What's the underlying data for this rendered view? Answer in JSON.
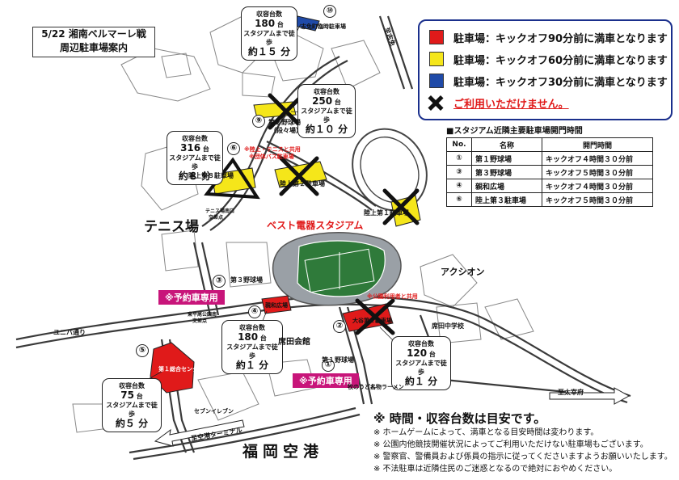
{
  "title": {
    "line1": "5/22 湘南ベルマーレ戦",
    "line2": "周辺駐車場案内"
  },
  "legend": {
    "items": [
      {
        "color": "#e01a1a",
        "label": "駐車場：キックオフ90分前に満車となります"
      },
      {
        "color": "#f5e61a",
        "label": "駐車場：キックオフ60分前に満車となります"
      },
      {
        "color": "#1f4aa8",
        "label": "駐車場：キックオフ30分前に満車となります"
      }
    ],
    "unavailable": "ご利用いただけません。"
  },
  "gate_table": {
    "heading": "■スタジアム近隣主要駐車場開門時間",
    "headers": [
      "No.",
      "名称",
      "開門時間"
    ],
    "rows": [
      [
        "①",
        "第１野球場",
        "キックオフ４時間３０分前"
      ],
      [
        "③",
        "第３野球場",
        "キックオフ５時間３０分前"
      ],
      [
        "④",
        "親和広場",
        "キックオフ４時間３０分前"
      ],
      [
        "⑥",
        "陸上第３駐車場",
        "キックオフ５時間３０分前"
      ]
    ]
  },
  "callouts": {
    "c10": {
      "l1": "収容台数",
      "l2": "180",
      "u2": "台",
      "l3": "スタジアムまで徒歩",
      "l4": "約１５ 分"
    },
    "c9": {
      "l1": "収容台数",
      "l2": "250",
      "u2": "台",
      "l3": "スタジアムまで徒歩",
      "l4": "約１０ 分"
    },
    "c6": {
      "l1": "収容台数",
      "l2": "316",
      "u2": "台",
      "l3": "スタジアムまで徒歩",
      "l4": "約８ 分"
    },
    "c4": {
      "l1": "収容台数",
      "l2": "180",
      "u2": "台",
      "l3": "スタジアムまで徒歩",
      "l4": "約１ 分"
    },
    "c1": {
      "l1": "収容台数",
      "l2": "120",
      "u2": "台",
      "l3": "スタジアムまで徒歩",
      "l4": "約１ 分"
    },
    "c5": {
      "l1": "収容台数",
      "l2": "75",
      "u2": "台",
      "l3": "スタジアムまで徒歩",
      "l4": "約５ 分"
    }
  },
  "numbers": {
    "n1": "①",
    "n2": "②",
    "n3": "③",
    "n4": "④",
    "n5": "⑤",
    "n6": "⑥",
    "n9": "⑨",
    "n10": "⑩"
  },
  "labels": {
    "shimenasi": "志免町臨時駐車場",
    "baseball2": "第２野球場",
    "baseball2b": "（段々場）",
    "track2": "陸上第２駐車場",
    "track3": "陸上第３駐車場",
    "track1": "陸上第１駐車場",
    "tennis_share": "※陸上・テニスと共用",
    "staff_bus": "※団体バス駐車場",
    "tennis_south": "テニス場南口",
    "tennis_south2": "交差点",
    "tennis": "テニス場",
    "stadium": "ベスト電器スタジアム",
    "baseball3": "第３野球場",
    "shinwa": "親和広場",
    "reserve1": "※予約車専用",
    "reserve2": "※予約車専用",
    "park_share": "※公園利用者と共用",
    "otani2": "大谷第２駐車場",
    "aggression": "アクシオン",
    "mushiroda_chu": "席田中学校",
    "mushiroda_hall": "席田会館",
    "baseball1": "第１野球場",
    "udon": "牧のうどん",
    "ramen": "名物ラーメン",
    "uni_street": "ユニバ通り",
    "sougou": "第１総合センター",
    "seven": "セブンイレブン",
    "airport_terminal": "至空港ターミナル",
    "dazaifu": "至太宰府",
    "shime": "至志免",
    "airport": "福岡空港",
    "higashi": "東平尾公園南",
    "higashi2": "交差点"
  },
  "notes": {
    "head": "※ 時間・収容台数は目安です。",
    "items": [
      "※ ホームゲームによって、満車となる目安時間は変わります。",
      "※ 公園内他競技開催状況によってご利用いただけない駐車場もございます。",
      "※ 警察官、警備員および係員の指示に従ってくださいますようお願いいたします。",
      "※ 不法駐車は近隣住民のご迷惑となるので絶対におやめください。"
    ]
  },
  "colors": {
    "red": "#e01a1a",
    "yellow": "#f5e61a",
    "blue": "#1f4aa8",
    "pink": "#c8157a",
    "legend_border": "#1a2f8c"
  }
}
